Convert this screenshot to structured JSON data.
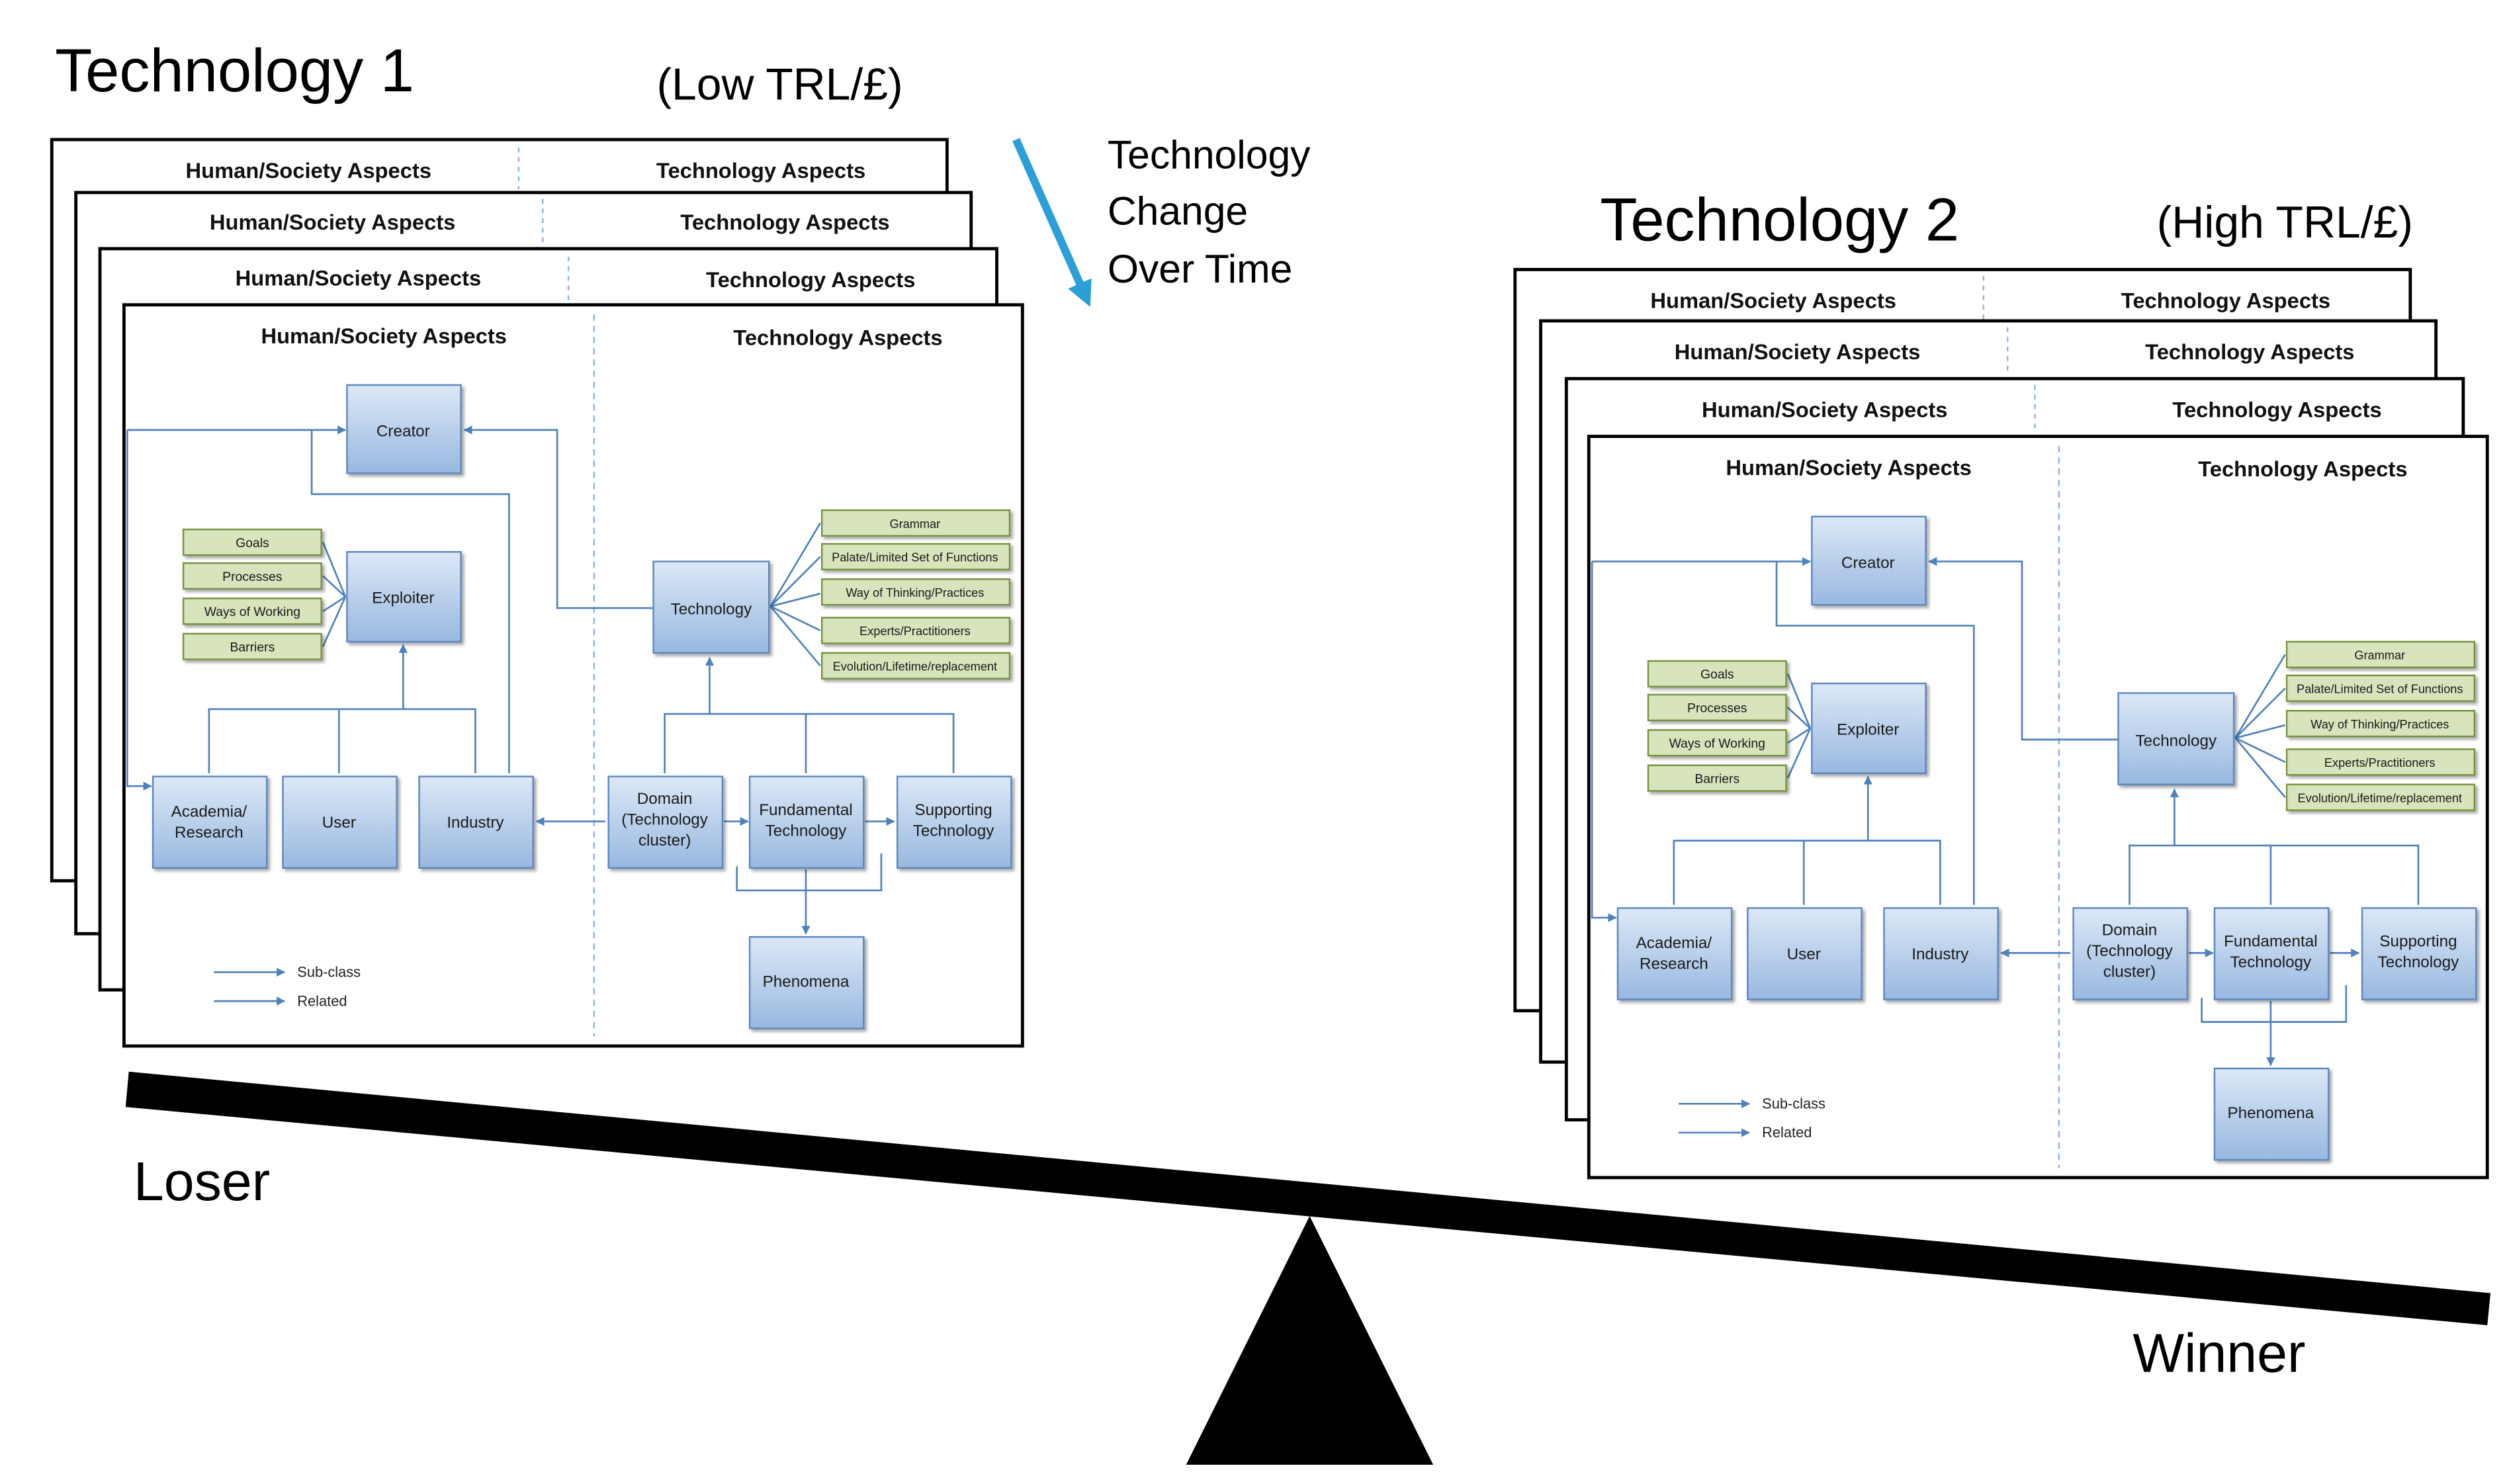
{
  "labels": {
    "tech1_title": "Technology 1",
    "tech1_subtitle": "(Low TRL/£)",
    "tech2_title": "Technology 2",
    "tech2_subtitle": "(High TRL/£)",
    "change_line1": "Technology",
    "change_line2": "Change",
    "change_line3": "Over Time",
    "loser": "Loser",
    "winner": "Winner"
  },
  "panel": {
    "header_left": "Human/Society Aspects",
    "header_right": "Technology Aspects",
    "nodes": {
      "creator": [
        "Creator"
      ],
      "exploiter": [
        "Exploiter"
      ],
      "technology": [
        "Technology"
      ],
      "academia": [
        "Academia/",
        "Research"
      ],
      "user": [
        "User"
      ],
      "industry": [
        "Industry"
      ],
      "domain": [
        "Domain",
        "(Technology",
        "cluster)"
      ],
      "fundamental": [
        "Fundamental",
        "Technology"
      ],
      "supporting": [
        "Supporting",
        "Technology"
      ],
      "phenomena": [
        "Phenomena"
      ]
    },
    "exploiter_attributes": [
      "Goals",
      "Processes",
      "Ways of Working",
      "Barriers"
    ],
    "technology_attributes": [
      "Grammar",
      "Palate/Limited Set of Functions",
      "Way of Thinking/Practices",
      "Experts/Practitioners",
      "Evolution/Lifetime/replacement"
    ],
    "legend": {
      "subclass": "Sub-class",
      "related": "Related"
    }
  },
  "colors": {
    "node_top": "#dce8f6",
    "node_bottom": "#98b8e0",
    "node_stroke": "#5b87c0",
    "attr_fill": "#d7e4bc",
    "attr_stroke": "#76923c",
    "connector": "#4f81bd",
    "arrow": "#2a9fd8",
    "beam": "#000000"
  }
}
